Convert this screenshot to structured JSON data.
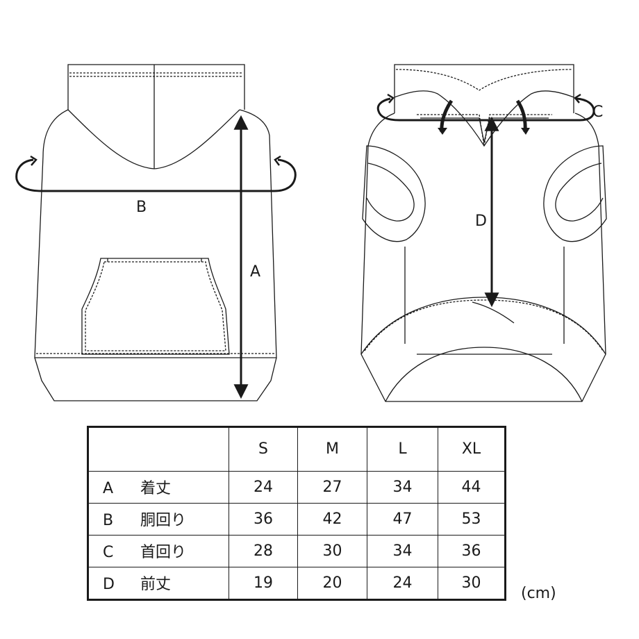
{
  "diagram": {
    "labels": {
      "A": "A",
      "B": "B",
      "C": "C",
      "D": "D"
    }
  },
  "table": {
    "columns": [
      "S",
      "M",
      "L",
      "XL"
    ],
    "rows": [
      {
        "key": "A",
        "name": "着丈",
        "values": [
          "24",
          "27",
          "34",
          "44"
        ]
      },
      {
        "key": "B",
        "name": "胴回り",
        "values": [
          "36",
          "42",
          "47",
          "53"
        ]
      },
      {
        "key": "C",
        "name": "首回り",
        "values": [
          "28",
          "30",
          "34",
          "36"
        ]
      },
      {
        "key": "D",
        "name": "前丈",
        "values": [
          "19",
          "20",
          "24",
          "30"
        ]
      }
    ],
    "unit": "(cm)"
  }
}
